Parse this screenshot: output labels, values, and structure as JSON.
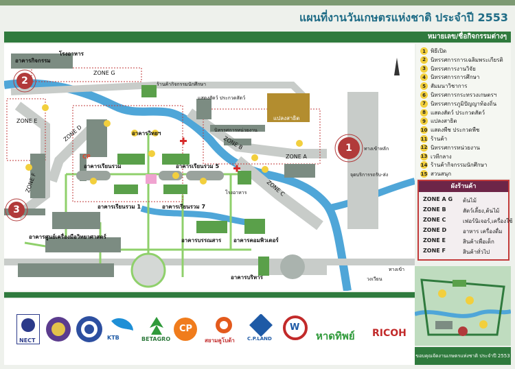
{
  "title": "แผนที่งานวันเกษตรแห่งชาติ ประจำปี 2553",
  "legend": {
    "heading": "หมายเลข/ชื่อกิจกรรมต่างๆ",
    "items": [
      {
        "num": "1",
        "text": "พิธีเปิด"
      },
      {
        "num": "2",
        "text": "นิทรรศการการเฉลิมพระเกียรติ"
      },
      {
        "num": "3",
        "text": "นิทรรศการงานวิจัย"
      },
      {
        "num": "4",
        "text": "นิทรรศการการศึกษา"
      },
      {
        "num": "5",
        "text": "สัมมนาวิชาการ"
      },
      {
        "num": "6",
        "text": "นิทรรศการกระทรวงเกษตรฯ"
      },
      {
        "num": "7",
        "text": "นิทรรศการภูมิปัญญาท้องถิ่น"
      },
      {
        "num": "8",
        "text": "แสดงสัตว์ ประกวดสัตว์"
      },
      {
        "num": "9",
        "text": "แปลงสาธิต"
      },
      {
        "num": "10",
        "text": "แสดงพืช ประกวดพืช"
      },
      {
        "num": "11",
        "text": "ร้านค้า"
      },
      {
        "num": "12",
        "text": "นิทรรศการหน่วยงาน"
      },
      {
        "num": "13",
        "text": "เวทีกลาง"
      },
      {
        "num": "14",
        "text": "ร้านค้ากิจกรรมนักศึกษา"
      },
      {
        "num": "15",
        "text": "สวนสนุก"
      }
    ]
  },
  "zones": {
    "title": "ผังร้านค้า",
    "rows": [
      {
        "code": "ZONE A G",
        "desc": "ต้นไม้"
      },
      {
        "code": "ZONE B",
        "desc": "สัตว์เลี้ยง,ต้นไม้"
      },
      {
        "code": "ZONE C",
        "desc": "เฟอร์นิเจอร์,เครื่องใช้"
      },
      {
        "code": "ZONE D",
        "desc": "อาหาร เครื่องดื่ม"
      },
      {
        "code": "ZONE E",
        "desc": "สินค้าเพื่อเด็ก"
      },
      {
        "code": "ZONE F",
        "desc": "สินค้าทั่วไป"
      }
    ]
  },
  "map_labels": {
    "activity_building": "อาคารกิจกรรม",
    "cafeteria": "โรงอาหาร",
    "zone_g": "ZONE G",
    "zone_e": "ZONE E",
    "zone_d": "ZONE D",
    "zone_f": "ZONE F",
    "zone_b": "ZONE B",
    "zone_a": "ZONE A",
    "zone_c": "ZONE C",
    "student_shop": "ร้านค้ากิจกรรมนักศึกษา",
    "animal_show": "แสดงสัตว์ ประกวดสัตว์",
    "demo_plot": "แปลงสาธิต",
    "amphitheater": "อาคารวิทยฯ",
    "classroom": "อาคารเรียนรวม",
    "classroom_1": "อาคารเรียนรวม 1",
    "classroom_5": "อาคารเรียนรวม 5",
    "classroom_7": "อาคารเรียนรวม 7",
    "science_center": "อาคารศูนย์เครื่องมือวิทยาศาสตร์",
    "library": "อาคารบรรณสาร",
    "computer": "อาคารคอมพิวเตอร์",
    "admin": "อาคารบริหาร",
    "main_entrance": "ทางเข้าหลัก",
    "parking_area": "จุดบริการรถรับ-ส่ง",
    "exit": "ทางเข้า",
    "roundabout": "วงเวียน",
    "exhibition": "นิทรรศการหน่วยงาน",
    "cp": "CP"
  },
  "logos": [
    {
      "name": "nect-logo",
      "text": "NECT"
    },
    {
      "name": "seal-logo-1",
      "text": ""
    },
    {
      "name": "seal-logo-2",
      "text": ""
    },
    {
      "name": "ktb-logo",
      "text": "KTB"
    },
    {
      "name": "betagro-logo",
      "text": "BETAGRO"
    },
    {
      "name": "cp-logo",
      "text": "CP"
    },
    {
      "name": "siam-kubota-logo",
      "text": "สยามคูโบต้า"
    },
    {
      "name": "cp-land-logo",
      "text": "C.P.LAND"
    },
    {
      "name": "w-logo",
      "text": "W"
    },
    {
      "name": "hat-thip-logo",
      "text": "หาดทิพย์"
    },
    {
      "name": "ricoh-logo",
      "text": "RICOH"
    }
  ],
  "credit": "ขอบคุณจัดงานเกษตรแห่งชาติ ประจำปี 2553",
  "markers": {
    "one": "1",
    "two": "2",
    "three": "3"
  },
  "colors": {
    "green": "#2f7a3d",
    "water": "#4fa6d8",
    "road": "#c8ccc9",
    "building": "#7c8c82",
    "walkway": "#8fd06b"
  }
}
